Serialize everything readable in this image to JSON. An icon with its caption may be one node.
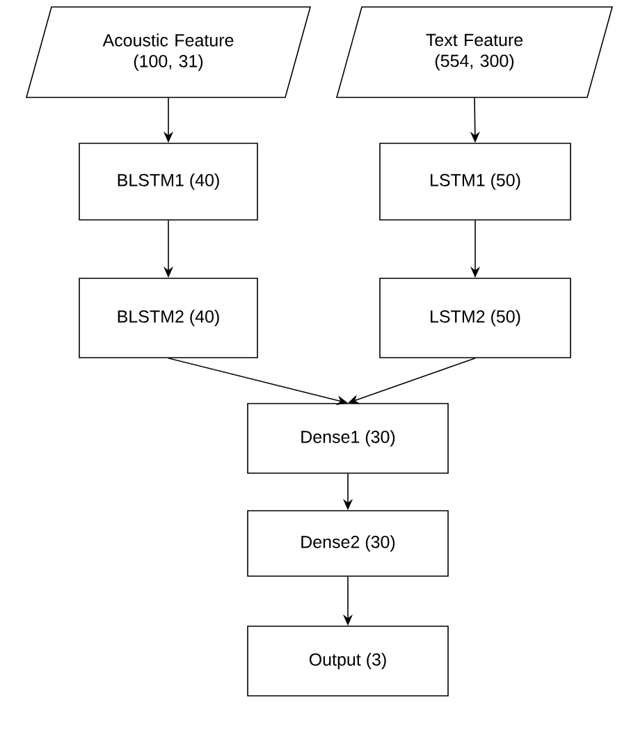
{
  "diagram": {
    "nodes": [
      {
        "text": [
          "Acoustic Feature (100, 31)"
        ]
      },
      {
        "text": [
          "Text Feature (554, 300)"
        ]
      },
      {
        "text": [
          "BLSTM1 (40)"
        ]
      },
      {
        "text": [
          "LSTM1 (50)"
        ]
      },
      {
        "text": [
          "BLSTM2 (40)"
        ]
      },
      {
        "text": [
          "LSTM2 (50)"
        ]
      },
      {
        "text": [
          "Dense1 (30)"
        ]
      },
      {
        "text": [
          "Dense2 (30)"
        ]
      },
      {
        "text": [
          "Output (3)"
        ]
      }
    ],
    "edges": [
      {
        "from": 0,
        "to": 2,
        "arrow": "to"
      },
      {
        "from": 2,
        "to": 4,
        "arrow": "to"
      },
      {
        "from": 1,
        "to": 3,
        "arrow": "to"
      },
      {
        "from": 3,
        "to": 5,
        "arrow": "to"
      },
      {
        "from": 4,
        "to": 6,
        "arrow": "to"
      },
      {
        "from": 5,
        "to": 6,
        "arrow": "to"
      },
      {
        "from": 6,
        "to": 7,
        "arrow": "to"
      },
      {
        "from": 7,
        "to": 8,
        "arrow": "to"
      }
    ]
  }
}
